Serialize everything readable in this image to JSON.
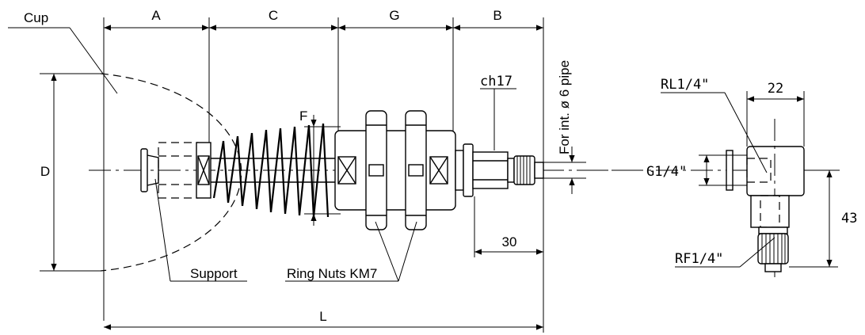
{
  "labels": {
    "cup": "Cup",
    "support": "Support",
    "ring_nuts": "Ring Nuts KM7",
    "for_pipe": "For int. ø 6 pipe",
    "ch17": "ch17",
    "rl": "RL1/4\"",
    "rf": "RF1/4\"",
    "g14": "G1/4\""
  },
  "dimensions": {
    "A": "A",
    "C": "C",
    "G": "G",
    "B": "B",
    "D": "D",
    "F": "F",
    "L": "L",
    "thirty": "30",
    "twentytwo": "22",
    "fortythree": "43"
  }
}
